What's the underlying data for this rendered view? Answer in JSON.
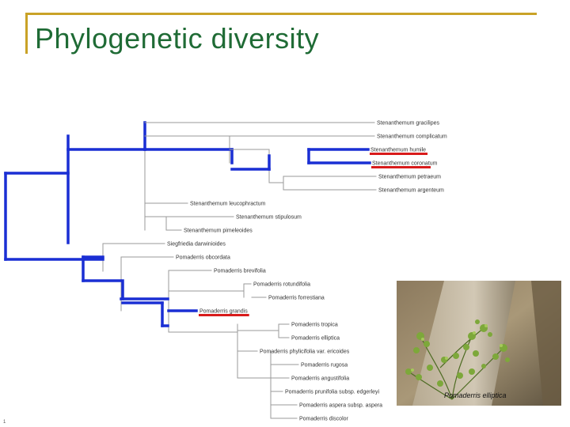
{
  "slide": {
    "title": "Phylogenetic diversity",
    "number": "1"
  },
  "tree": {
    "highlight_color": "#1a2fd4",
    "marker_color": "#d81b1b",
    "line_color": "#9a9a9a",
    "taxa": [
      {
        "name": "Stenanthemum gracilipes",
        "highlighted": false
      },
      {
        "name": "Stenanthemum complicatum",
        "highlighted": false
      },
      {
        "name": "Stenanthemum humile",
        "highlighted": true
      },
      {
        "name": "Stenanthemum coronatum",
        "highlighted": true
      },
      {
        "name": "Stenanthemum petraeum",
        "highlighted": false
      },
      {
        "name": "Stenanthemum argenteum",
        "highlighted": false
      },
      {
        "name": "Stenanthemum leucophractum",
        "highlighted": false
      },
      {
        "name": "Stenanthemum stipulosum",
        "highlighted": false
      },
      {
        "name": "Stenanthemum pimeleoides",
        "highlighted": false
      },
      {
        "name": "Siegfriedia darwinioides",
        "highlighted": false
      },
      {
        "name": "Pomaderris obcordata",
        "highlighted": false
      },
      {
        "name": "Pomaderris brevifolia",
        "highlighted": false
      },
      {
        "name": "Pomaderris rotundifolia",
        "highlighted": false
      },
      {
        "name": "Pomaderris forrestiana",
        "highlighted": false
      },
      {
        "name": "Pomaderris grandis",
        "highlighted": true
      },
      {
        "name": "Pomaderris tropica",
        "highlighted": false
      },
      {
        "name": "Pomaderris elliptica",
        "highlighted": false
      },
      {
        "name": "Pomaderris phylicifolia var. ericoides",
        "highlighted": false
      },
      {
        "name": "Pomaderris rugosa",
        "highlighted": false
      },
      {
        "name": "Pomaderris angustifolia",
        "highlighted": false
      },
      {
        "name": "Pomaderris prunifolia subsp. edgerleyi",
        "highlighted": false
      },
      {
        "name": "Pomaderris aspera subsp. aspera",
        "highlighted": false
      },
      {
        "name": "Pomaderris discolor",
        "highlighted": false
      }
    ]
  },
  "photo": {
    "caption": "Pomaderris elliptica"
  }
}
